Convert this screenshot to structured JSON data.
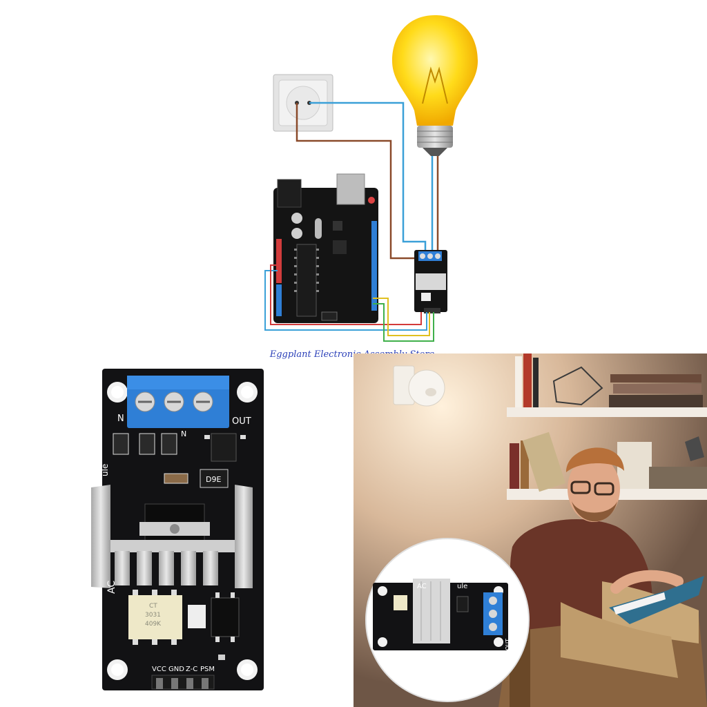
{
  "caption": {
    "store_name": "Eggplant Electronic Assembly Store"
  },
  "board": {
    "chip_top": "CT",
    "chip_model": "3031",
    "chip_code": "409K",
    "smd_diode": "D9E",
    "terminal_left": "N",
    "terminal_mid": "N",
    "terminal_right": "OUT",
    "side_label": "AC",
    "module_label": "ule",
    "pins": [
      "VCC",
      "GND",
      "Z-C",
      "PSM"
    ]
  },
  "inset_board": {
    "side_label": "AC",
    "module_label": "ule",
    "terminal_label": "OUT"
  },
  "colors": {
    "pcb": "#121214",
    "terminal": "#2f7fd6",
    "wire_blue": "#3aa0d8",
    "wire_brown": "#8a4a2a",
    "wire_green": "#3fb04a",
    "wire_yellow": "#e0c020",
    "wire_red": "#d33a3a",
    "bulb": "#ffd400",
    "caption": "#2a3fb8"
  }
}
